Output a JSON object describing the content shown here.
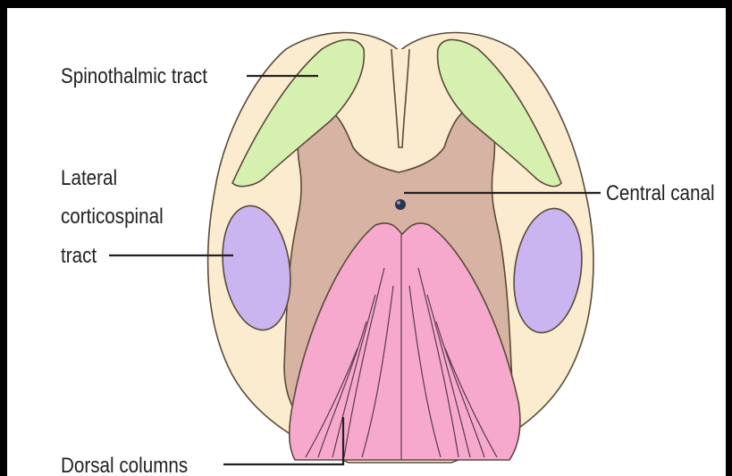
{
  "labels": {
    "spinothalamic": "Spinothalmic tract",
    "lateral_line1": "Lateral",
    "lateral_line2": "corticospinal",
    "lateral_line3": "tract",
    "central_canal": "Central canal",
    "dorsal_columns": "Dorsal columns"
  },
  "colors": {
    "white_matter": "#fbecd0",
    "gray_matter": "#d6b3a3",
    "spinothalamic_tract": "#d6f0b0",
    "corticospinal_tract": "#cbb5f0",
    "dorsal_columns": "#f6a9cd",
    "central_canal": "#2a3550",
    "frame": "#000000"
  }
}
